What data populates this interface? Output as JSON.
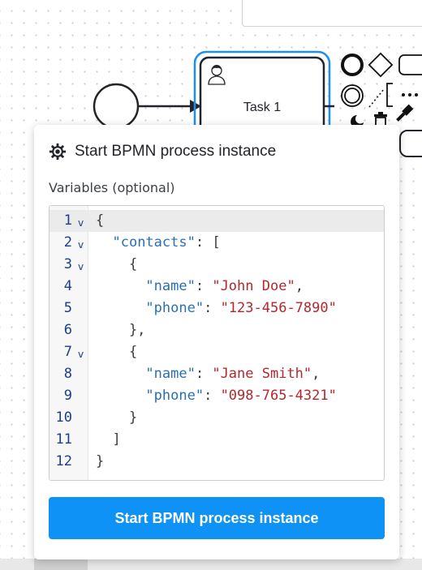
{
  "diagram": {
    "task_label": "Task 1"
  },
  "popup": {
    "title": "Start BPMN process instance",
    "icon": "gear-icon",
    "variables_label": "Variables (optional)",
    "editor": {
      "lines": [
        {
          "num": "1",
          "fold": "v",
          "parts": [
            {
              "t": "p",
              "v": "{"
            }
          ]
        },
        {
          "num": "2",
          "fold": "v",
          "parts": [
            {
              "t": "p",
              "v": "  "
            },
            {
              "t": "k",
              "v": "\"contacts\""
            },
            {
              "t": "p",
              "v": ": ["
            }
          ]
        },
        {
          "num": "3",
          "fold": "v",
          "parts": [
            {
              "t": "p",
              "v": "    {"
            }
          ]
        },
        {
          "num": "4",
          "fold": "",
          "parts": [
            {
              "t": "p",
              "v": "      "
            },
            {
              "t": "k",
              "v": "\"name\""
            },
            {
              "t": "p",
              "v": ": "
            },
            {
              "t": "s",
              "v": "\"John Doe\""
            },
            {
              "t": "p",
              "v": ","
            }
          ]
        },
        {
          "num": "5",
          "fold": "",
          "parts": [
            {
              "t": "p",
              "v": "      "
            },
            {
              "t": "k",
              "v": "\"phone\""
            },
            {
              "t": "p",
              "v": ": "
            },
            {
              "t": "s",
              "v": "\"123-456-7890\""
            }
          ]
        },
        {
          "num": "6",
          "fold": "",
          "parts": [
            {
              "t": "p",
              "v": "    },"
            }
          ]
        },
        {
          "num": "7",
          "fold": "v",
          "parts": [
            {
              "t": "p",
              "v": "    {"
            }
          ]
        },
        {
          "num": "8",
          "fold": "",
          "parts": [
            {
              "t": "p",
              "v": "      "
            },
            {
              "t": "k",
              "v": "\"name\""
            },
            {
              "t": "p",
              "v": ": "
            },
            {
              "t": "s",
              "v": "\"Jane Smith\""
            },
            {
              "t": "p",
              "v": ","
            }
          ]
        },
        {
          "num": "9",
          "fold": "",
          "parts": [
            {
              "t": "p",
              "v": "      "
            },
            {
              "t": "k",
              "v": "\"phone\""
            },
            {
              "t": "p",
              "v": ": "
            },
            {
              "t": "s",
              "v": "\"098-765-4321\""
            }
          ]
        },
        {
          "num": "10",
          "fold": "",
          "parts": [
            {
              "t": "p",
              "v": "    }"
            }
          ]
        },
        {
          "num": "11",
          "fold": "",
          "parts": [
            {
              "t": "p",
              "v": "  ]"
            }
          ]
        },
        {
          "num": "12",
          "fold": "",
          "parts": [
            {
              "t": "p",
              "v": "}"
            }
          ]
        }
      ]
    },
    "submit_label": "Start BPMN process instance"
  },
  "colors": {
    "primary": "#0f92f6",
    "selection": "#1c8ff0",
    "json_key": "#2b6fb3",
    "json_string": "#b5272c"
  }
}
